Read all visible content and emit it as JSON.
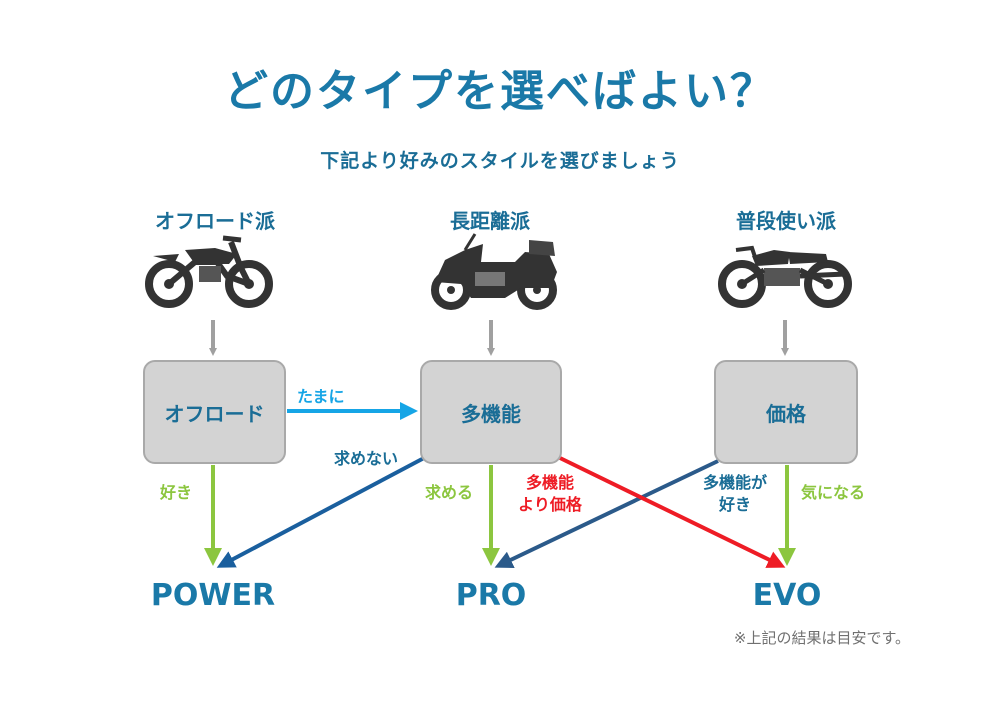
{
  "title": "どのタイプを選べばよい？",
  "subtitle": "下記より好みのスタイルを選びましょう",
  "categories": [
    {
      "label": "オフロード派",
      "icon": "offroad-motorcycle-icon"
    },
    {
      "label": "長距離派",
      "icon": "touring-motorcycle-icon"
    },
    {
      "label": "普段使い派",
      "icon": "classic-motorcycle-icon"
    }
  ],
  "nodes": {
    "offroad": "オフロード",
    "multi": "多機能",
    "price": "価格"
  },
  "edge_labels": {
    "tamani": "たまに",
    "motomenai": "求めない",
    "suki": "好き",
    "motomeru": "求める",
    "multi_over_price_1": "多機能",
    "multi_over_price_2": "より価格",
    "likes_multi_1": "多機能が",
    "likes_multi_2": "好き",
    "ki_ni_naru": "気になる"
  },
  "results": {
    "power": "POWER",
    "pro": "PRO",
    "evo": "EVO"
  },
  "note": "※上記の結果は目安です。",
  "colors": {
    "title": "#1a79a8",
    "gray_arrow": "#a0a0a0",
    "green": "#8cc63f",
    "light_blue": "#16a5e6",
    "dark_blue": "#1a5f9e",
    "navy": "#2b5a8a",
    "red": "#ee1c25"
  }
}
